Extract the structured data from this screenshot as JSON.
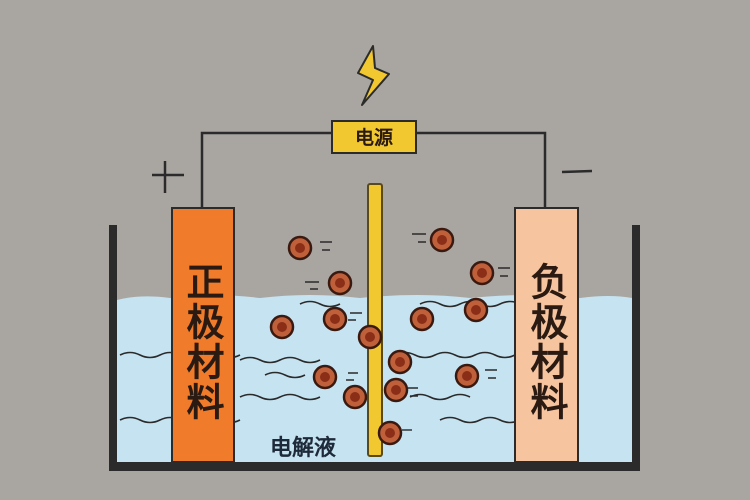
{
  "power_source": {
    "label": "电源",
    "icon": "lightning-bolt-icon"
  },
  "terminals": {
    "positive_sign": "+",
    "negative_sign": "−"
  },
  "cathode": {
    "label": "正极材料",
    "color": "#f07b2a"
  },
  "anode": {
    "label": "负极材料",
    "color": "#f7c4a0"
  },
  "electrolyte": {
    "label": "电解液",
    "color": "#c6e3f1"
  },
  "separator": {
    "color": "#f2c830"
  },
  "ions": {
    "icon": "ion-icon",
    "color": "#c0603a"
  },
  "background": "#a9a6a1"
}
